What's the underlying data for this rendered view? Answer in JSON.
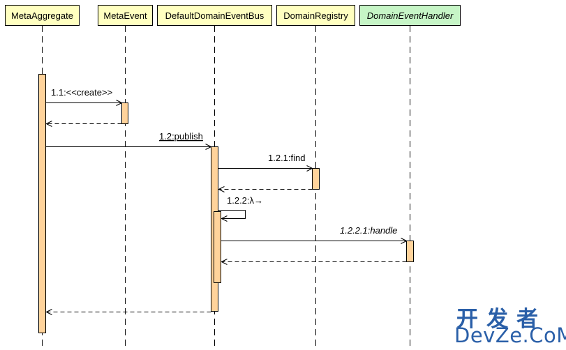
{
  "participants": [
    {
      "name": "MetaAggregate",
      "italic": false,
      "fill": "#ffffc0"
    },
    {
      "name": "MetaEvent",
      "italic": false,
      "fill": "#ffffc0"
    },
    {
      "name": "DefaultDomainEventBus",
      "italic": false,
      "fill": "#ffffc0"
    },
    {
      "name": "DomainRegistry",
      "italic": false,
      "fill": "#ffffc0"
    },
    {
      "name": "DomainEventHandler",
      "italic": true,
      "fill": "#c6f5c6"
    }
  ],
  "messages": [
    {
      "id": "m1",
      "label": "1.1:<<create>>",
      "italic": false,
      "underline": false
    },
    {
      "id": "m2",
      "label": "1.2:publish",
      "italic": false,
      "underline": true
    },
    {
      "id": "m3",
      "label": "1.2.1:find",
      "italic": false,
      "underline": false
    },
    {
      "id": "m4",
      "label": "1.2.2:λ→",
      "italic": false,
      "underline": false
    },
    {
      "id": "m5",
      "label": "1.2.2.1:handle",
      "italic": true,
      "underline": false
    }
  ],
  "colors": {
    "activation_fill": "#ffd39b",
    "line": "#000000",
    "watermark": "#2a5fa8"
  },
  "watermark": {
    "chinese": "开发者",
    "latin": "DevZe.CoM"
  }
}
